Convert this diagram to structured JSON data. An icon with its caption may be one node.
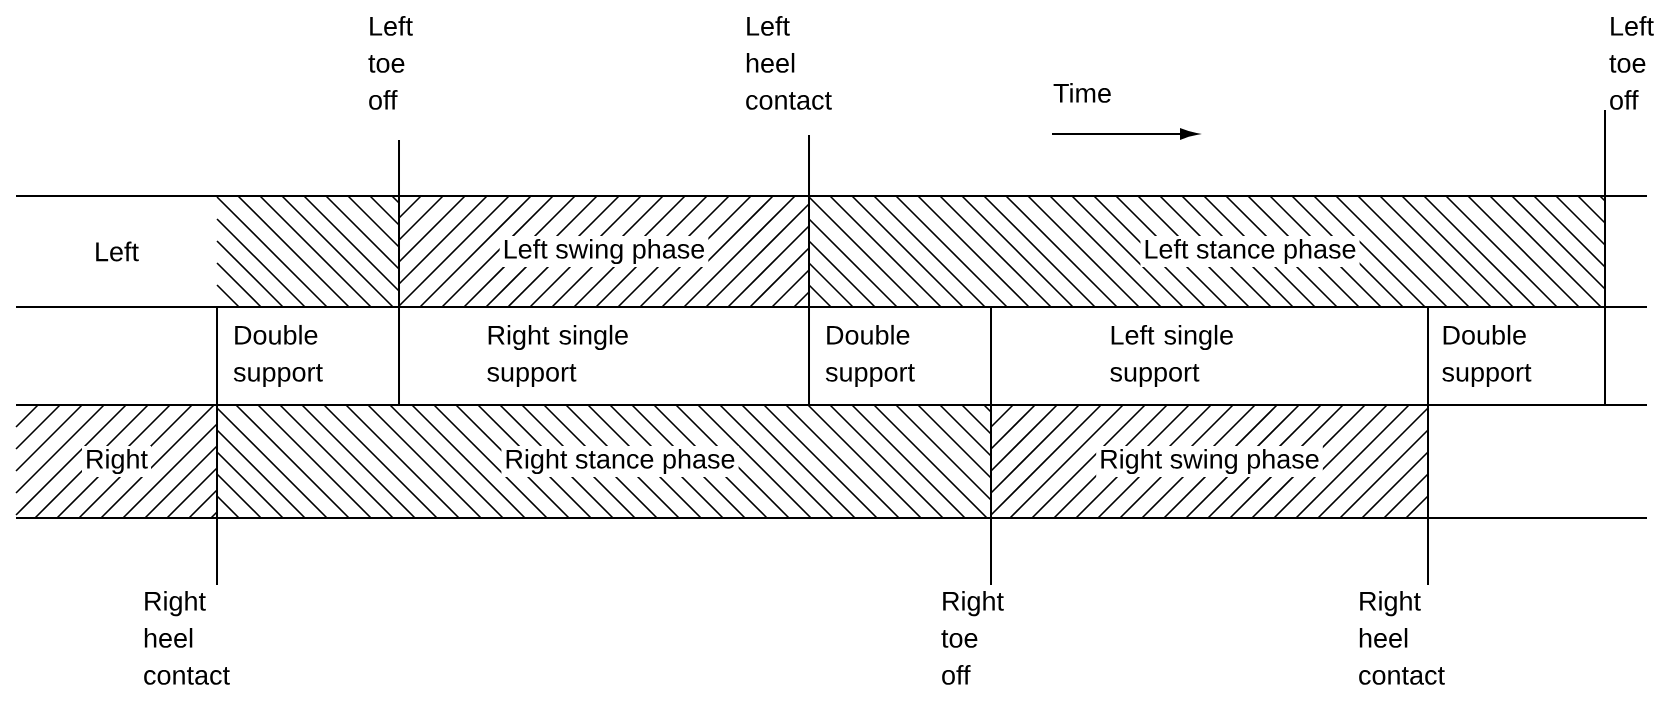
{
  "diagram": {
    "nodes": [
      {
        "text": [
          "Left"
        ]
      },
      {
        "text": [],
        "shape": "bar"
      },
      {
        "text": [
          "Left swing phase"
        ]
      },
      {
        "text": [
          "Left stance phase"
        ]
      },
      {
        "text": [
          "Double support"
        ]
      },
      {
        "text": [
          "Right single support"
        ]
      },
      {
        "text": [
          "Double support"
        ]
      },
      {
        "text": [
          "Left single support"
        ]
      },
      {
        "text": [
          "Double support"
        ]
      },
      {
        "text": [
          "Right"
        ]
      },
      {
        "text": [
          "Right stance phase"
        ]
      },
      {
        "text": [
          "Right swing phase"
        ]
      }
    ],
    "labels": [
      "Left toe off",
      "Left heel contact",
      "Time",
      "Left toe off",
      "Right heel contact",
      "Right toe off",
      "Right heel contact"
    ]
  }
}
